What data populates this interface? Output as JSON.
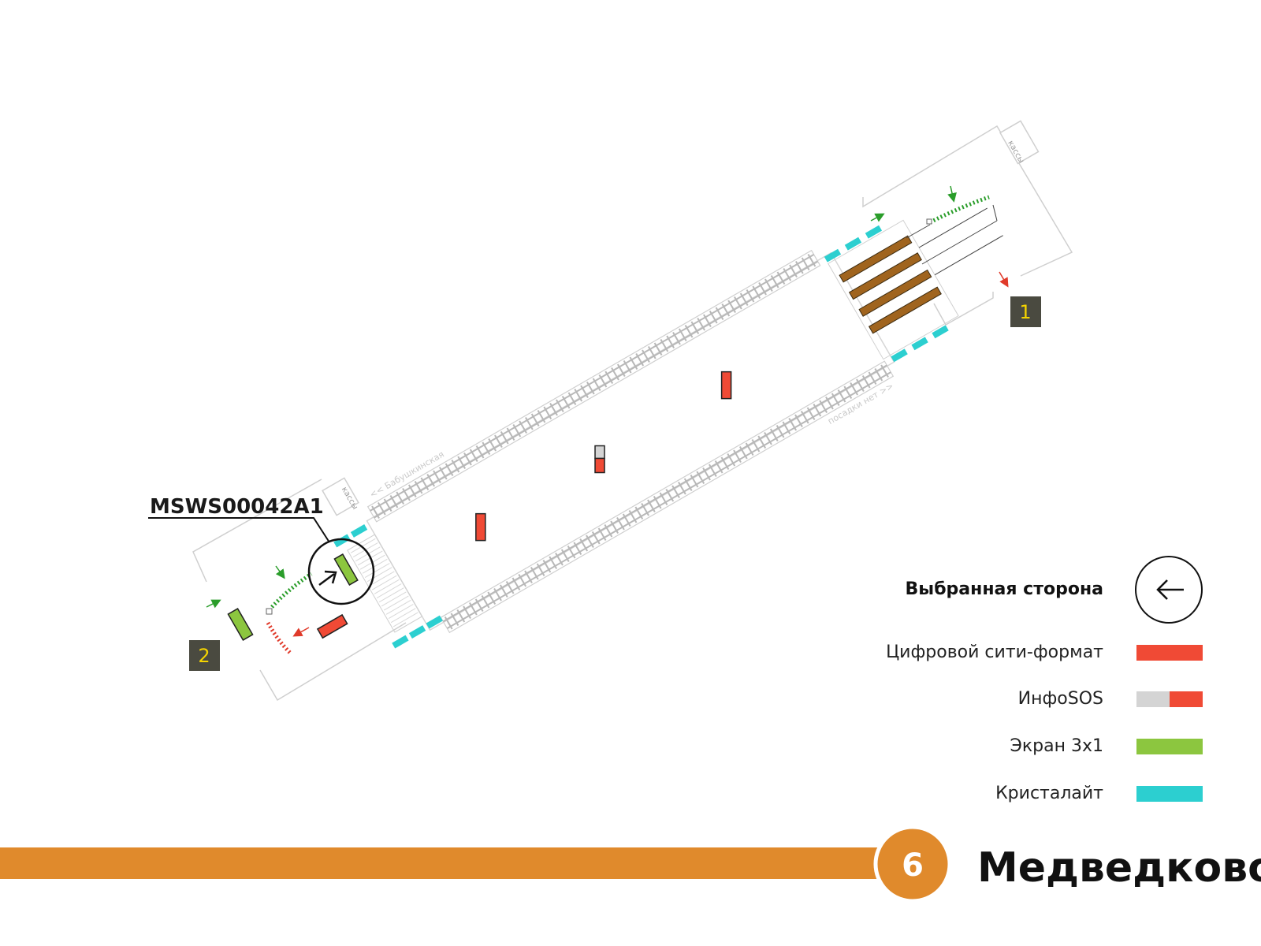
{
  "map": {
    "direction_left": "<< Бабушкинская",
    "direction_right": "посадки нет >>",
    "kassy_label": "кассы",
    "exits": [
      "1",
      "2"
    ],
    "selected_code": "MSWS00042A1"
  },
  "legend": {
    "selected_side": "Выбранная сторона",
    "items": [
      {
        "label": "Цифровой сити-формат",
        "colors": [
          "#f04a35"
        ]
      },
      {
        "label": "ИнфоSOS",
        "colors": [
          "#d4d4d4",
          "#f04a35"
        ]
      },
      {
        "label": "Экран 3x1",
        "colors": [
          "#8cc63f"
        ]
      },
      {
        "label": "Кристалайт",
        "colors": [
          "#2ccfd0"
        ]
      }
    ]
  },
  "station": {
    "line_number": "6",
    "name": "Медведково",
    "line_color": "#e08a2c"
  },
  "colors": {
    "city_format": "#f04a35",
    "infosos_gray": "#d4d4d4",
    "screen_3x1": "#8cc63f",
    "crystalite": "#2ccfd0",
    "exit_box": "#4a4a40",
    "exit_text": "#f5d400",
    "stairs_wood": "#a0641e"
  }
}
